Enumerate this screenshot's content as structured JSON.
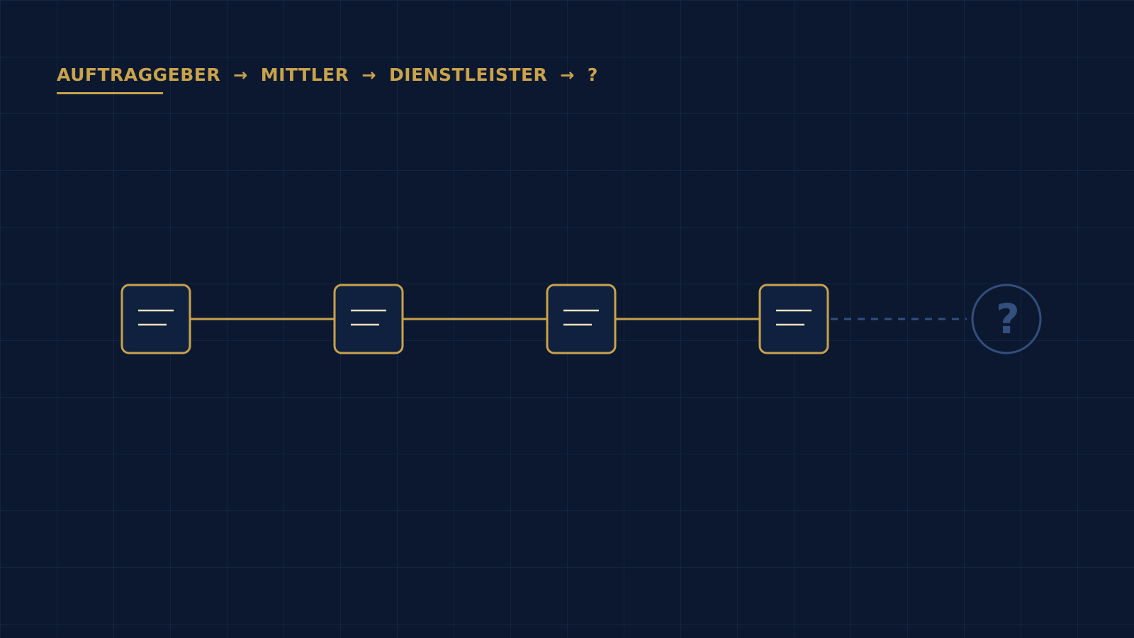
{
  "header": {
    "steps": [
      "AUFTRAGGEBER",
      "MITTLER",
      "DIENSTLEISTER",
      "?"
    ],
    "arrow": "→"
  },
  "diagram": {
    "known_nodes": 4,
    "unknown_node_label": "?",
    "colors": {
      "accent": "#c9a24b",
      "node_fill": "#10213f",
      "doc_lines": "#efe2bf",
      "unknown": "#334f7e",
      "background": "#0b1830"
    },
    "icons": [
      "document-icon",
      "question-icon"
    ]
  }
}
